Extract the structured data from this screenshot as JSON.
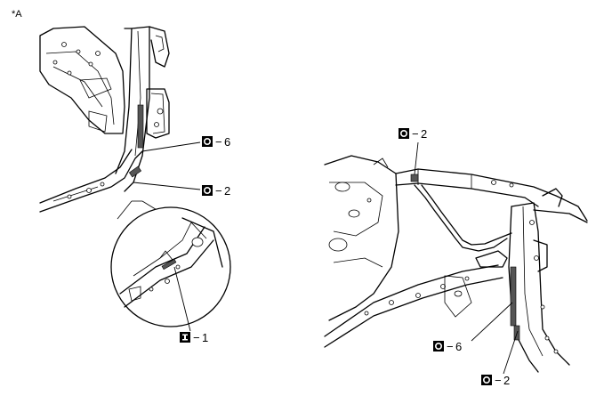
{
  "view_label": "*A",
  "callouts": [
    {
      "symbol": "O",
      "dash": "−",
      "number": "6"
    },
    {
      "symbol": "O",
      "dash": "−",
      "number": "2"
    },
    {
      "symbol": "I",
      "dash": "−",
      "number": "1"
    },
    {
      "symbol": "O",
      "dash": "−",
      "number": "2"
    },
    {
      "symbol": "O",
      "dash": "−",
      "number": "6"
    },
    {
      "symbol": "O",
      "dash": "−",
      "number": "2"
    }
  ]
}
